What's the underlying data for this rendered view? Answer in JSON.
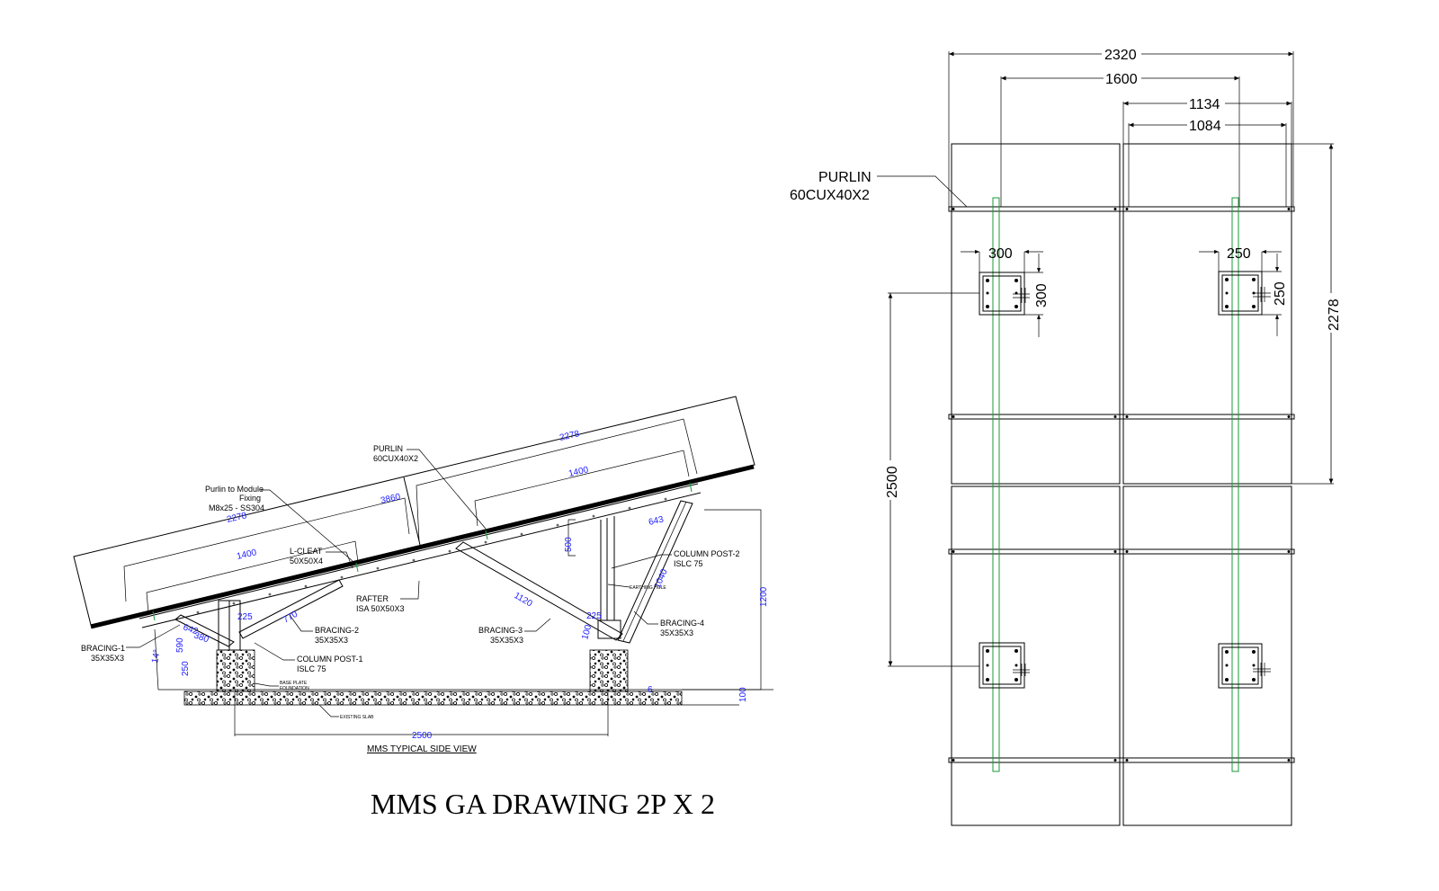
{
  "title": "MMS  GA  DRAWING 2P X 2",
  "side_view": {
    "caption": "MMS TYPICAL SIDE VIEW",
    "callouts": {
      "purlin_fixing_1": "Purlin to Module",
      "purlin_fixing_2": "Fixing",
      "purlin_fixing_3": "M8x25 - SS304",
      "purlin_1": "PURLIN",
      "purlin_2": "60CUX40X2",
      "lcleat_1": "L-CLEAT",
      "lcleat_2": "50X50X4",
      "rafter_1": "RAFTER",
      "rafter_2": "ISA 50X50X3",
      "bracing1_1": "BRACING-1",
      "bracing1_2": "35X35X3",
      "bracing2_1": "BRACING-2",
      "bracing2_2": "35X35X3",
      "bracing3_1": "BRACING-3",
      "bracing3_2": "35X35X3",
      "bracing4_1": "BRACING-4",
      "bracing4_2": "35X35X3",
      "colpost1_1": "COLUMN POST-1",
      "colpost1_2": "ISLC 75",
      "colpost2_1": "COLUMN POST-2",
      "colpost2_2": "ISLC 75",
      "earthing": "EARTHING HOLE",
      "baseplate_1": "BASE PLATE",
      "baseplate_2": "FOUNDATION",
      "slab": "EXISTING SLAB"
    },
    "dims": {
      "d2278_top": "2278",
      "d1400_right": "1400",
      "d3860": "3860",
      "d2278_left": "2278",
      "d1400_left": "1400",
      "d643": "643",
      "d500": "500",
      "d1040": "1040",
      "d1120": "1120",
      "d1200": "1200",
      "d225_a": "225",
      "d225_b": "225",
      "d770": "770",
      "d642": "642",
      "d380": "380",
      "d590": "590",
      "d250": "250",
      "d14": "14°",
      "d100_a": "100",
      "d100_b": "100",
      "d6": "6",
      "d2500": "2500"
    }
  },
  "plan_view": {
    "purlin_1": "PURLIN",
    "purlin_2": "60CUX40X2",
    "dims": {
      "d2320": "2320",
      "d1600": "1600",
      "d1134": "1134",
      "d1084": "1084",
      "d300_h": "300",
      "d300_v": "300",
      "d250_h": "250",
      "d250_v": "250",
      "d2278": "2278",
      "d2500": "2500"
    }
  }
}
